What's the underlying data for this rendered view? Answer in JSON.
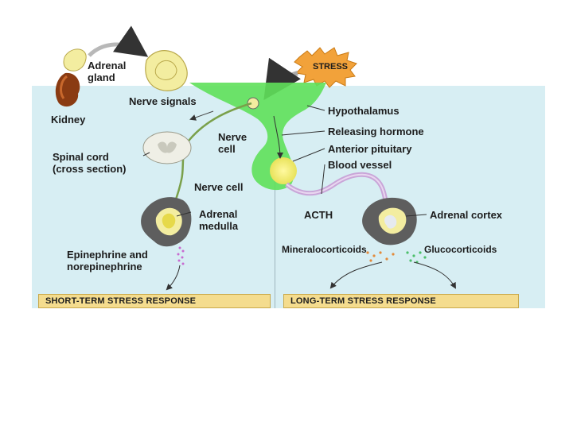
{
  "labels": {
    "adrenal_gland": "Adrenal\ngland",
    "kidney": "Kidney",
    "nerve_signals": "Nerve signals",
    "nerve_cell_top": "Nerve\ncell",
    "spinal_cord": "Spinal cord\n(cross section)",
    "nerve_cell": "Nerve cell",
    "adrenal_medulla": "Adrenal\nmedulla",
    "epi_norepi": "Epinephrine and\nnorepinephrine",
    "stress": "STRESS",
    "hypothalamus": "Hypothalamus",
    "releasing_hormone": "Releasing hormone",
    "anterior_pituitary": "Anterior pituitary",
    "blood_vessel": "Blood vessel",
    "acth": "ACTH",
    "adrenal_cortex": "Adrenal cortex",
    "mineralocorticoids": "Mineralocorticoids",
    "glucocorticoids": "Glucocorticoids"
  },
  "responses": {
    "short_term": "SHORT-TERM STRESS RESPONSE",
    "long_term": "LONG-TERM STRESS RESPONSE"
  },
  "colors": {
    "panel": "#d7eef3",
    "hypothalamus": "#5fe05a",
    "pituitary_glow": "#f7f070",
    "adrenal": "#f3eda0",
    "kidney": "#8a3b12",
    "blood_vessel": "#c9a6d8",
    "response_box": "#f4dc8e",
    "stress_burst": "#f2a23a"
  }
}
